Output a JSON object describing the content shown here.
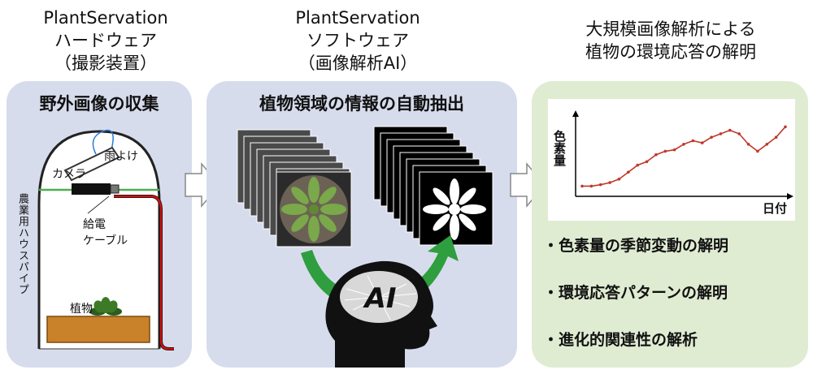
{
  "columns": [
    {
      "title_lines": [
        "PlantServation",
        "ハードウェア",
        "（撮影装置）"
      ]
    },
    {
      "title_lines": [
        "PlantServation",
        "ソフトウェア",
        "（画像解析AI）"
      ]
    },
    {
      "title_lines": [
        "大規模画像解析による",
        "植物の環境応答の解明"
      ]
    }
  ],
  "panel1": {
    "title": "野外画像の収集",
    "labels": {
      "rain_cover": "雨よけ",
      "camera": "カメラ",
      "cable_line1": "給電",
      "cable_line2": "ケーブル",
      "pipe": "農業用ハウスパイプ",
      "plant": "植物"
    }
  },
  "panel2": {
    "title": "植物領域の情報の自動抽出",
    "ai_label": "AI"
  },
  "panel3": {
    "chart_ylabel": "色素量",
    "chart_xlabel": "日付",
    "bullets": [
      "・色素量の季節変動の解明",
      "・環境応答パターンの解明",
      "・進化的関連性の解析"
    ]
  },
  "colors": {
    "panel_blue": "#d6dcec",
    "panel_green": "#dfecd2",
    "cable_red": "#cc1111",
    "soil": "#c9822a",
    "line_green": "#4caf50",
    "trend_red": "#c0392b"
  },
  "chart_data": {
    "type": "line",
    "ylabel": "色素量",
    "xlabel": "日付",
    "series": [
      {
        "values": [
          0.1,
          0.1,
          0.12,
          0.15,
          0.2,
          0.3,
          0.4,
          0.45,
          0.55,
          0.6,
          0.62,
          0.7,
          0.75,
          0.72,
          0.8,
          0.85,
          0.9,
          0.85,
          0.7,
          0.6,
          0.7,
          0.8,
          0.95
        ]
      }
    ]
  }
}
